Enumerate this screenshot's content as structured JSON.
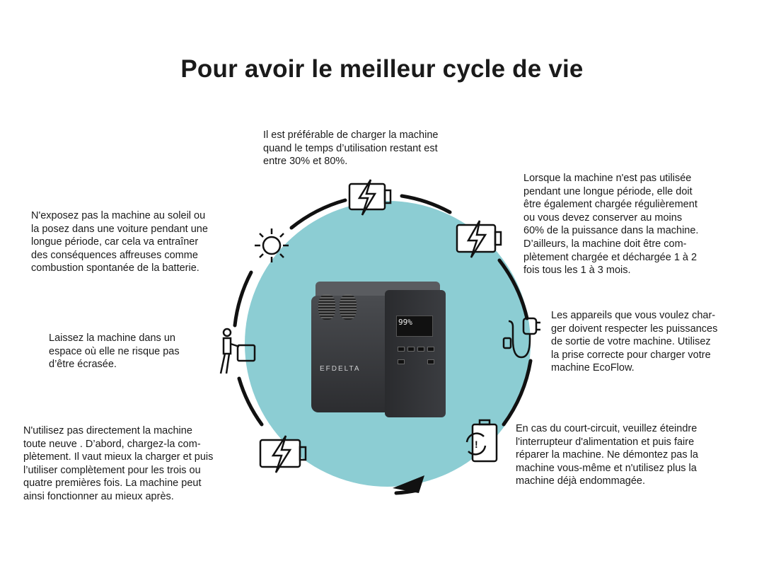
{
  "title": "Pour avoir le meilleur cycle de vie",
  "colors": {
    "circle": "#8ccdd3",
    "ring": "#111111",
    "text": "#1a1a1a"
  },
  "tips": [
    {
      "icon": "battery-charging-icon",
      "text": "Il est préférable de charger la machine\nquand le temps d’utilisation restant est\nentre 30% et 80%."
    },
    {
      "icon": "battery-charging-icon",
      "text": "Lorsque la machine n'est pas utilisée\npendant une longue période, elle doit\nêtre également chargée régulièrement\nou vous devez conserver au moins\n60% de la puissance dans la machine.\nD’ailleurs, la machine doit être com-\nplètement chargée et déchargée 1 à 2\nfois tous les 1 à 3 mois."
    },
    {
      "icon": "charger-plug-icon",
      "text": "Les appareils que vous voulez char-\nger doivent respecter les puissances\nde sortie de votre machine. Utilisez\nla prise correcte pour charger votre\nmachine EcoFlow."
    },
    {
      "icon": "battery-refresh-icon",
      "text": "En cas du court-circuit, veuillez éteindre\nl'interrupteur d'alimentation et puis faire\nréparer la machine. Ne démontez pas la\nmachine vous-même et n'utilisez plus la\nmachine déjà endommagée."
    },
    {
      "icon": "battery-charging-icon",
      "text": "N'utilisez pas directement la machine\ntoute neuve . D’abord, chargez-la com-\nplètement. Il vaut mieux la charger et puis\nl’utiliser complètement pour les trois ou\nquatre premières fois. La machine peut\nainsi fonctionner au mieux après."
    },
    {
      "icon": "person-carrying-box-icon",
      "text": "Laissez la machine dans un\nespace où elle ne risque pas\nd’être écrasée."
    },
    {
      "icon": "sun-icon",
      "text": "N'exposez pas la machine au soleil ou\nla posez dans une voiture pendant une\nlongue période, car cela va entraîner\ndes conséquences affreuses comme\ncombustion spontanée de la batterie."
    }
  ],
  "device": {
    "brand": "EFDELTA",
    "screen": "99%"
  }
}
